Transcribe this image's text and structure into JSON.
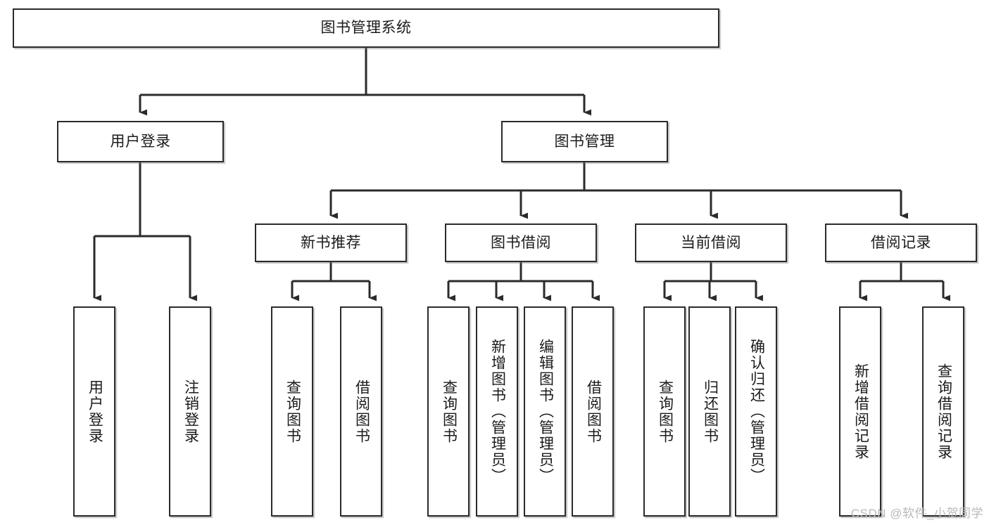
{
  "diagram": {
    "title": "图书管理系统",
    "type": "tree-hierarchy",
    "style": {
      "box_border_color": "#2b2b2b",
      "box_fill_color": "#ffffff",
      "connector_color": "#2b2b2b",
      "text_color": "#1b1b1b",
      "background_color": "#ffffff",
      "watermark_color": "#b9b9b9"
    },
    "root": {
      "label": "图书管理系统"
    },
    "level2": [
      {
        "label": "用户登录"
      },
      {
        "label": "图书管理"
      }
    ],
    "level3": [
      {
        "label": "新书推荐"
      },
      {
        "label": "图书借阅"
      },
      {
        "label": "当前借阅"
      },
      {
        "label": "借阅记录"
      }
    ],
    "leaves": {
      "user_login": [
        {
          "label": "用户登录"
        },
        {
          "label": "注销登录"
        }
      ],
      "new_book_recommend": [
        {
          "label": "查询图书"
        },
        {
          "label": "借阅图书"
        }
      ],
      "book_borrow": [
        {
          "label": "查询图书"
        },
        {
          "label": "新增图书（管理员）"
        },
        {
          "label": "编辑图书（管理员）"
        },
        {
          "label": "借阅图书"
        }
      ],
      "current_borrow": [
        {
          "label": "查询图书"
        },
        {
          "label": "归还图书"
        },
        {
          "label": "确认归还（管理员）"
        }
      ],
      "borrow_record": [
        {
          "label": "新增借阅记录"
        },
        {
          "label": "查询借阅记录"
        }
      ]
    }
  },
  "watermark": {
    "text": "CSDN @软件_小贺同学"
  }
}
